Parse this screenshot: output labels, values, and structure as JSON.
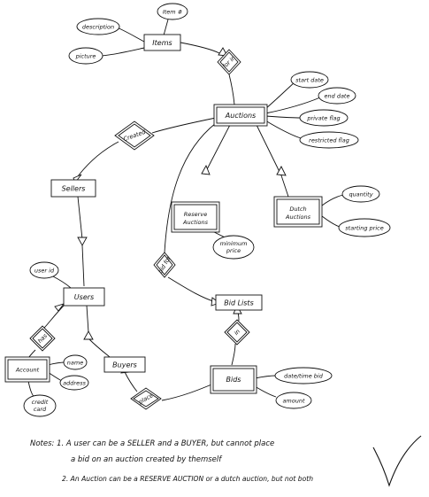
{
  "entities": {
    "items": "Items",
    "auctions": "Auctions",
    "sellers": "Sellers",
    "reserve_auctions": "Reserve Auctions",
    "dutch_auctions": "Dutch Auctions",
    "users": "Users",
    "bid_lists": "Bid Lists",
    "account": "Account",
    "buyers": "Buyers",
    "bids": "Bids"
  },
  "attributes": {
    "item_id": "Item #",
    "description": "description",
    "picture": "picture",
    "start_date": "start date",
    "end_date": "end date",
    "private_flag": "private flag",
    "restricted_flag": "restricted flag",
    "quantity": "quantity",
    "starting_price": "starting price",
    "minimum_price": "minimum price",
    "user_id": "user id",
    "name": "name",
    "address": "address",
    "credit_card": "credit card",
    "date_time_bid": "date/time bid",
    "amount": "amount"
  },
  "relationships": {
    "items_auctions": "for in",
    "created": "Created",
    "bid_lists_for": "bid for",
    "user_account": "has",
    "bids_list": "in",
    "placed": "place"
  },
  "notes": {
    "heading": "Notes:",
    "note1_line1": "1. A user can be a SELLER and a BUYER, but cannot place",
    "note1_line2": "a bid on an auction created by themself",
    "note2": "2. An Auction can be a RESERVE AUCTION or a dutch auction, but not both"
  }
}
